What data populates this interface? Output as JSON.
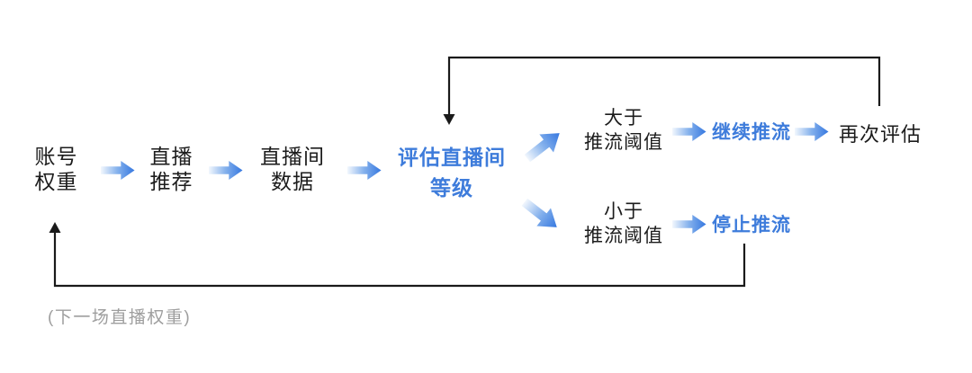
{
  "colors": {
    "accent_blue": "#3E7CDB",
    "arrow_gradient_start": "#F2F7FD",
    "arrow_gradient_end": "#3678E0",
    "line_black": "#1A1A1A",
    "label_gray": "#9E9E9E",
    "text_black": "#1C1C1C"
  },
  "nodes": {
    "account_weight": "账号\n权重",
    "live_recommendation": "直播\n推荐",
    "live_room_data": "直播间\n数据",
    "evaluate_room_level": "评估直播间\n等级",
    "above_threshold": "大于\n推流阈值",
    "continue_push": "继续推流",
    "reevaluate": "再次评估",
    "below_threshold": "小于\n推流阈值",
    "stop_push": "停止推流"
  },
  "annotations": {
    "next_session_weight": "(下一场直播权重)"
  }
}
